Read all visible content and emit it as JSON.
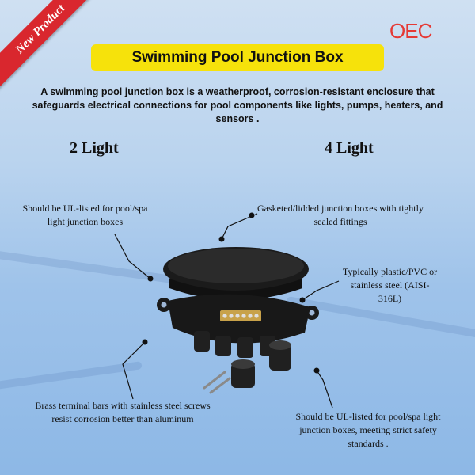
{
  "badge": {
    "label": "New Product"
  },
  "logo": {
    "text": "OEC"
  },
  "title": "Swimming Pool Junction Box",
  "description": "A swimming pool junction box is a weatherproof, corrosion-resistant enclosure that safeguards electrical connections for pool components like lights, pumps, heaters, and sensors .",
  "variants": {
    "left": "2 Light",
    "right": "4 Light"
  },
  "callouts": {
    "top_left": "Should be UL-listed for pool/spa light junction boxes",
    "top_right": "Gasketed/lidded junction boxes with tightly sealed fittings",
    "mid_right": "Typically plastic/PVC or stainless steel (AISI-316L)",
    "bottom_left": "Brass terminal bars with stainless steel screws resist corrosion better than aluminum",
    "bottom_right": "Should be UL-listed for pool/spa light junction boxes, meeting strict safety standards ."
  },
  "colors": {
    "accent": "#f6e20b",
    "badge": "#d9272e",
    "logo": "#e53935",
    "product": "#1a1a1a"
  }
}
